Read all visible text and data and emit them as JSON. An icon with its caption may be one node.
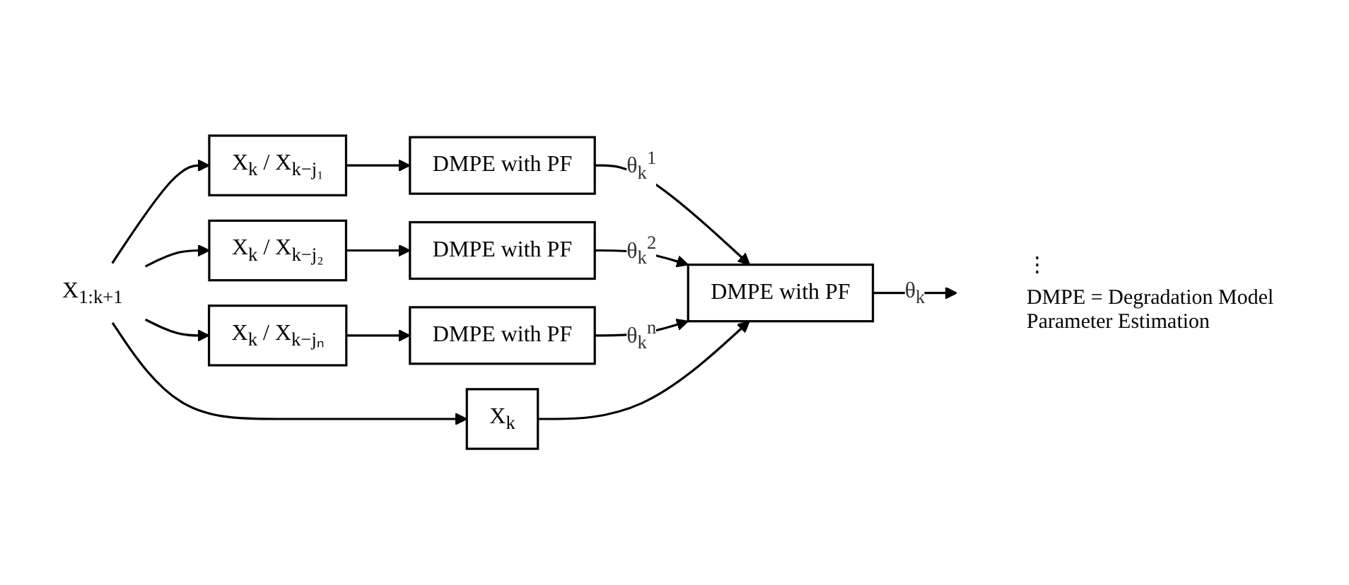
{
  "diagram": {
    "nodes": [
      {
        "text": [
          "X$_{1:k+1}$"
        ]
      },
      {
        "text": [
          "X$_{k}$ / X$_{k−j₁}$"
        ]
      },
      {
        "text": [
          "DMPE with PF"
        ]
      },
      {
        "text": [
          "X$_{k}$ / X$_{k−j₂}$"
        ]
      },
      {
        "text": [
          "DMPE with PF"
        ]
      },
      {
        "text": [
          "X$_{k}$ / X$_{k−jₙ}$"
        ]
      },
      {
        "text": [
          "DMPE with PF"
        ]
      },
      {
        "text": [
          "X$_{k}$"
        ]
      },
      {
        "text": [
          "DMPE with PF"
        ]
      }
    ],
    "edges": [
      {
        "from": 0,
        "to": 1,
        "arrow": "to"
      },
      {
        "from": 0,
        "to": 3,
        "arrow": "to"
      },
      {
        "from": 0,
        "to": 5,
        "arrow": "to"
      },
      {
        "from": 0,
        "to": 7,
        "arrow": "to"
      },
      {
        "from": 1,
        "to": 2,
        "arrow": "to"
      },
      {
        "from": 3,
        "to": 4,
        "arrow": "to"
      },
      {
        "from": 5,
        "to": 6,
        "arrow": "to"
      },
      {
        "from": 2,
        "to": 8,
        "arrow": "to",
        "label": "θ$_{k}$$^{1}$"
      },
      {
        "from": 4,
        "to": 8,
        "arrow": "to",
        "label": "θ$_{k}$$^{2}$"
      },
      {
        "from": 6,
        "to": 8,
        "arrow": "to",
        "label": "θ$_{k}$$^{n}$"
      },
      {
        "from": 7,
        "to": 8,
        "arrow": "to"
      },
      {
        "from": 8,
        "to": null,
        "arrow": "to",
        "label": "θ$_{k}$"
      }
    ],
    "labels": [
      "⋮",
      "DMPE = Degradation Model Parameter Estimation"
    ]
  }
}
